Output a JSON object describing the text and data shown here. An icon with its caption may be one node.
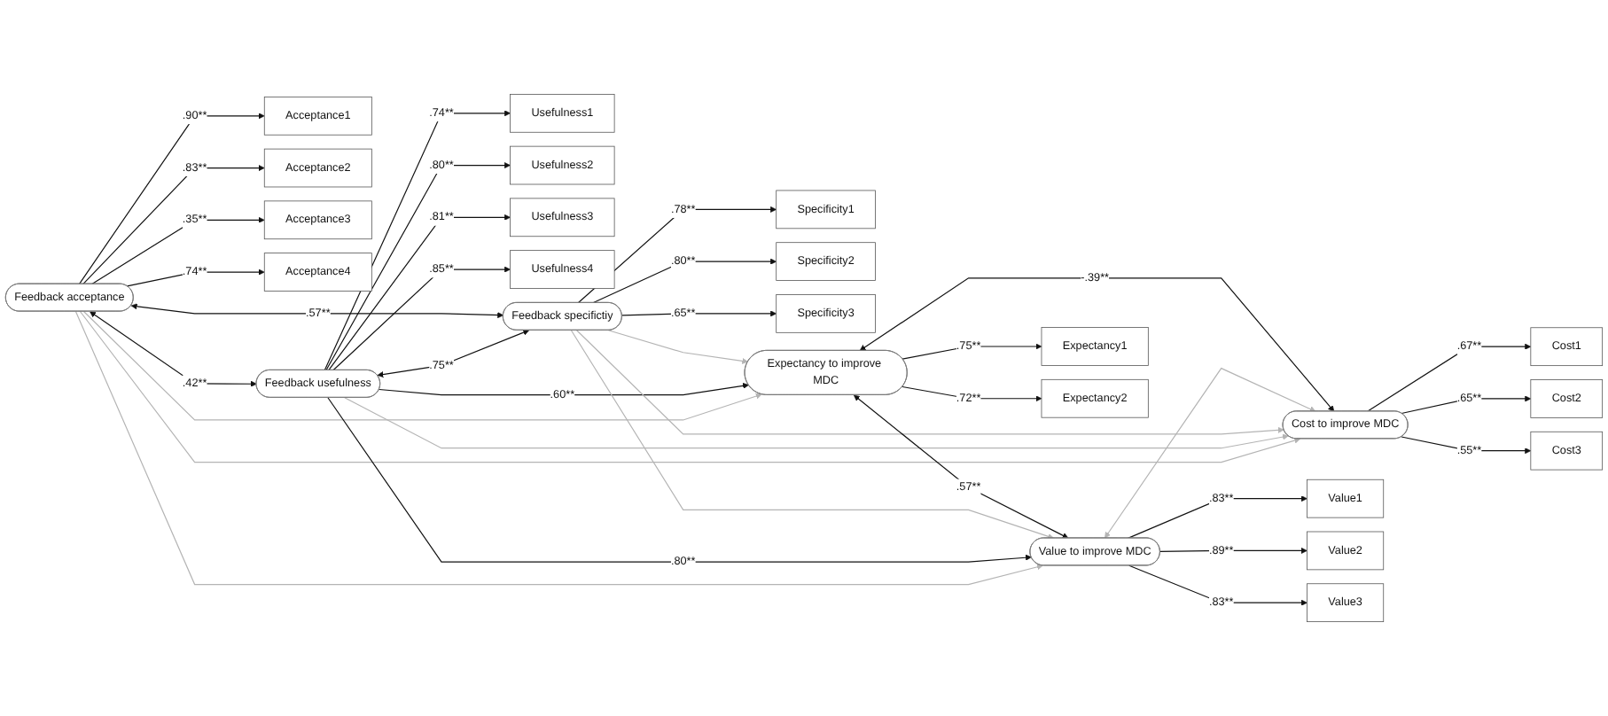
{
  "diagram": {
    "nodes": [
      {
        "text": [
          "Acceptance1"
        ]
      },
      {
        "text": [
          "Acceptance2"
        ]
      },
      {
        "text": [
          "Acceptance3"
        ]
      },
      {
        "text": [
          "Acceptance4"
        ]
      },
      {
        "text": [
          "Usefulness1"
        ]
      },
      {
        "text": [
          "Usefulness2"
        ]
      },
      {
        "text": [
          "Usefulness3"
        ]
      },
      {
        "text": [
          "Usefulness4"
        ]
      },
      {
        "text": [
          "Specificity1"
        ]
      },
      {
        "text": [
          "Specificity2"
        ]
      },
      {
        "text": [
          "Specificity3"
        ]
      },
      {
        "text": [
          "Feedback acceptance"
        ]
      },
      {
        "text": [
          "Feedback usefulness"
        ]
      },
      {
        "text": [
          "Feedback specifictiy"
        ]
      },
      {
        "text": [
          "Expectancy to improve MDC"
        ]
      },
      {
        "text": [
          "Value to improve MDC"
        ]
      },
      {
        "text": [
          "Cost to improve MDC"
        ]
      },
      {
        "text": [
          "Expectancy1"
        ]
      },
      {
        "text": [
          "Expectancy2"
        ]
      },
      {
        "text": [
          "Value1"
        ]
      },
      {
        "text": [
          "Value2"
        ]
      },
      {
        "text": [
          "Value3"
        ]
      },
      {
        "text": [
          "Cost1"
        ]
      },
      {
        "text": [
          "Cost2"
        ]
      },
      {
        "text": [
          "Cost3"
        ]
      }
    ],
    "edges": [
      {
        "from": 11,
        "to": 0,
        "arrow": "to",
        "label": ".90**"
      },
      {
        "from": 11,
        "to": 1,
        "arrow": "to",
        "label": ".83**"
      },
      {
        "from": 11,
        "to": 2,
        "arrow": "to",
        "label": ".35**"
      },
      {
        "from": 11,
        "to": 3,
        "arrow": "to",
        "label": ".74**"
      },
      {
        "from": 12,
        "to": 4,
        "arrow": "to",
        "label": ".74**"
      },
      {
        "from": 12,
        "to": 5,
        "arrow": "to",
        "label": ".80**"
      },
      {
        "from": 12,
        "to": 6,
        "arrow": "to",
        "label": ".81**"
      },
      {
        "from": 12,
        "to": 7,
        "arrow": "to",
        "label": ".85**"
      },
      {
        "from": 13,
        "to": 8,
        "arrow": "to",
        "label": ".78**"
      },
      {
        "from": 13,
        "to": 9,
        "arrow": "to",
        "label": ".80**"
      },
      {
        "from": 13,
        "to": 10,
        "arrow": "to",
        "label": ".65**"
      },
      {
        "from": 11,
        "to": 12,
        "arrow": "both",
        "label": ".42**"
      },
      {
        "from": 12,
        "to": 13,
        "arrow": "both",
        "label": ".75**"
      },
      {
        "from": 11,
        "to": 13,
        "arrow": "both",
        "label": ".57**"
      },
      {
        "from": 11,
        "to": 14,
        "arrow": "to",
        "color": "#b4b4b4"
      },
      {
        "from": 11,
        "to": 15,
        "arrow": "to",
        "color": "#b4b4b4"
      },
      {
        "from": 11,
        "to": 16,
        "arrow": "to",
        "color": "#b4b4b4"
      },
      {
        "from": 12,
        "to": 14,
        "arrow": "to",
        "label": ".60**"
      },
      {
        "from": 12,
        "to": 15,
        "arrow": "to",
        "label": ".80**"
      },
      {
        "from": 12,
        "to": 16,
        "arrow": "to",
        "color": "#b4b4b4"
      },
      {
        "from": 13,
        "to": 14,
        "arrow": "to",
        "color": "#b4b4b4"
      },
      {
        "from": 13,
        "to": 15,
        "arrow": "to",
        "color": "#b4b4b4"
      },
      {
        "from": 13,
        "to": 16,
        "arrow": "to",
        "color": "#b4b4b4"
      },
      {
        "from": 14,
        "to": 15,
        "arrow": "both",
        "label": ".57**"
      },
      {
        "from": 15,
        "to": 16,
        "arrow": "both",
        "color": "#b4b4b4"
      },
      {
        "from": 14,
        "to": 16,
        "arrow": "both",
        "label": "-.39**"
      },
      {
        "from": 14,
        "to": 17,
        "arrow": "to",
        "label": ".75**"
      },
      {
        "from": 14,
        "to": 18,
        "arrow": "to",
        "label": ".72**"
      },
      {
        "from": 15,
        "to": 19,
        "arrow": "to",
        "label": ".83**"
      },
      {
        "from": 15,
        "to": 20,
        "arrow": "to",
        "label": ".89**"
      },
      {
        "from": 15,
        "to": 21,
        "arrow": "to",
        "label": ".83**"
      },
      {
        "from": 16,
        "to": 22,
        "arrow": "to",
        "label": ".67**"
      },
      {
        "from": 16,
        "to": 23,
        "arrow": "to",
        "label": ".65**"
      },
      {
        "from": 16,
        "to": 24,
        "arrow": "to",
        "label": ".55**"
      }
    ]
  }
}
